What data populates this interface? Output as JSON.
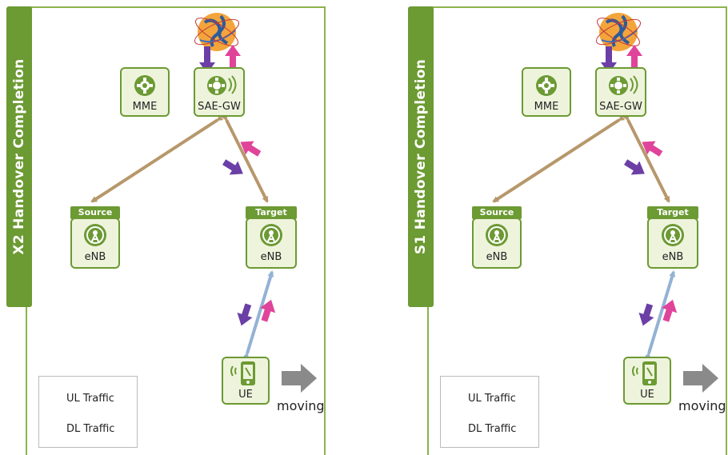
{
  "colors": {
    "green": "#6c9a33",
    "green_light": "#eef4dc",
    "ul_arrow": "#e0449a",
    "dl_arrow": "#6b3fa6",
    "s1_link": "#b7986b",
    "radio_link": "#93b2d5",
    "moving_arrow": "#8a8a8a"
  },
  "panels": [
    {
      "title": "X2 Handover Completion",
      "mme_label": "MME",
      "gw_label": "SAE-GW",
      "source_tag": "Source",
      "source_label": "eNB",
      "target_tag": "Target",
      "target_label": "eNB",
      "ue_label": "UE",
      "moving_label": "moving",
      "legend_ul": "UL Traffic",
      "legend_dl": "DL Traffic"
    },
    {
      "title": "S1 Handover Completion",
      "mme_label": "MME",
      "gw_label": "SAE-GW",
      "source_tag": "Source",
      "source_label": "eNB",
      "target_tag": "Target",
      "target_label": "eNB",
      "ue_label": "UE",
      "moving_label": "moving",
      "legend_ul": "UL Traffic",
      "legend_dl": "DL Traffic"
    }
  ],
  "icons": {
    "internet": "globe-icon",
    "mme": "gear-icon",
    "gw": "gear-signal-icon",
    "enb": "antenna-icon",
    "ue": "mobile-phone-icon"
  }
}
